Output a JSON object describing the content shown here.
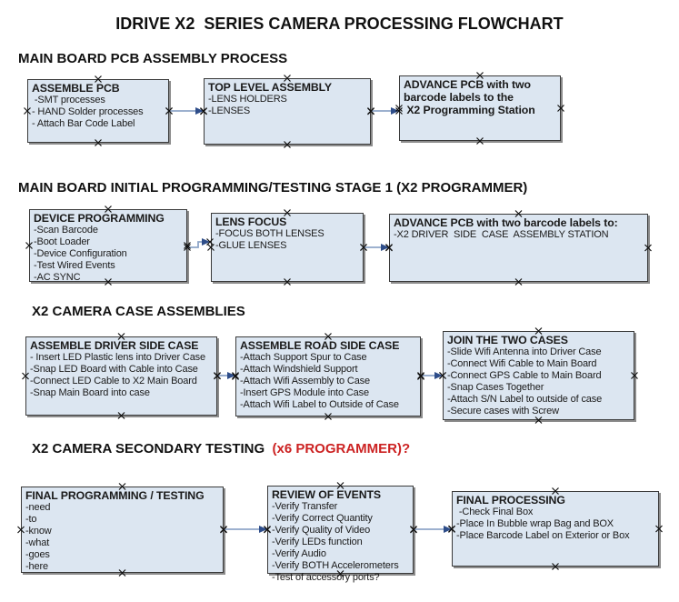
{
  "title": "IDRIVE X2  SERIES CAMERA PROCESSING FLOWCHART",
  "sections": [
    {
      "heading": "MAIN BOARD PCB ASSEMBLY PROCESS"
    },
    {
      "heading": "MAIN BOARD INITIAL PROGRAMMING/TESTING STAGE 1 (X2 PROGRAMMER)"
    },
    {
      "heading": "X2 CAMERA CASE ASSEMBLIES"
    },
    {
      "heading": "X2 CAMERA SECONDARY TESTING",
      "heading_suffix": "  (x6 PROGRAMMER)?"
    }
  ],
  "boxes": [
    {
      "title": "ASSEMBLE PCB",
      "items": [
        " -SMT processes",
        "- HAND Solder processes",
        "- Attach Bar Code Label"
      ]
    },
    {
      "title": "TOP LEVEL ASSEMBLY",
      "items": [
        "-LENS HOLDERS",
        "-LENSES"
      ]
    },
    {
      "title": "ADVANCE PCB with two\nbarcode labels to the\n X2 Programming Station",
      "items": []
    },
    {
      "title": "DEVICE PROGRAMMING",
      "items": [
        "-Scan Barcode",
        "-Boot Loader",
        "-Device Configuration",
        "-Test Wired Events",
        "-AC SYNC"
      ]
    },
    {
      "title": "LENS FOCUS",
      "items": [
        "-FOCUS BOTH LENSES",
        "-GLUE LENSES"
      ]
    },
    {
      "title": "ADVANCE PCB with two barcode labels to:",
      "items": [
        "-X2 DRIVER  SIDE  CASE  ASSEMBLY STATION"
      ]
    },
    {
      "title": "ASSEMBLE DRIVER SIDE CASE",
      "items": [
        "- Insert LED Plastic lens into Driver Case",
        "-Snap LED Board with Cable into Case",
        "-Connect LED Cable to X2 Main Board",
        "-Snap Main Board into case"
      ]
    },
    {
      "title": "ASSEMBLE ROAD SIDE CASE",
      "items": [
        "-Attach Support Spur to Case",
        "-Attach Windshield Support",
        "-Attach Wifi Assembly to Case",
        "-Insert GPS Module into Case",
        "-Attach Wifi Label to Outside of Case"
      ]
    },
    {
      "title": "JOIN THE TWO CASES",
      "items": [
        "-Slide Wifi Antenna into Driver Case",
        "-Connect Wifi Cable to Main Board",
        "-Connect GPS Cable to Main Board",
        "-Snap Cases Together",
        "-Attach S/N Label to outside of case",
        "-Secure cases with Screw"
      ]
    },
    {
      "title": "FINAL PROGRAMMING / TESTING",
      "items": [
        "-need",
        "-to",
        "-know",
        "-what",
        "-goes",
        "-here"
      ]
    },
    {
      "title": "REVIEW OF EVENTS",
      "items": [
        "-Verify Transfer",
        "-Verify Correct Quantity",
        "-Verify Quality of Video",
        "-Verify LEDs function",
        "-Verify Audio",
        "-Verify BOTH Accelerometers",
        "-Test of accessory ports?"
      ]
    },
    {
      "title": "FINAL PROCESSING",
      "items": [
        " -Check Final Box",
        "-Place In Bubble wrap Bag and BOX",
        "-Place Barcode Label on Exterior or Box"
      ]
    }
  ],
  "colors": {
    "box_fill": "#dce6f1",
    "box_border": "#3a3a3a",
    "red_text": "#cc2222",
    "connector_line": "#8fa6c8",
    "connector_head": "#2e4d89",
    "connection_point": "#111111"
  }
}
